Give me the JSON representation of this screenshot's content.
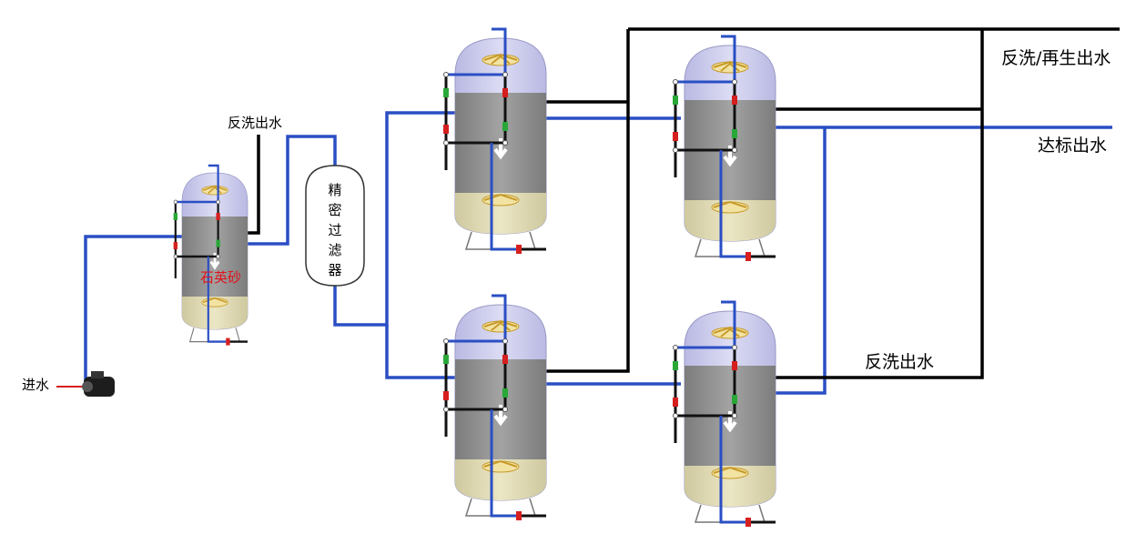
{
  "labels": {
    "inlet": "进水",
    "backwash_outlet_1": "反洗出水",
    "sand_medium": "石英砂",
    "filter_1": "精",
    "filter_2": "密",
    "filter_3": "过",
    "filter_4": "滤",
    "filter_5": "器",
    "backwash_regen_outlet": "反洗/再生出水",
    "qualified_outlet": "达标出水",
    "backwash_outlet_2": "反洗出水"
  },
  "colors": {
    "pipe_blue": "#2a4fc4",
    "pipe_black": "#000000",
    "tank_top": "#c9c9ea",
    "tank_media": "#8e8e8e",
    "tank_base": "#d8d3ad",
    "valve_red": "#d61f1f",
    "valve_green": "#29a838",
    "sand_label": "#e0141e"
  }
}
